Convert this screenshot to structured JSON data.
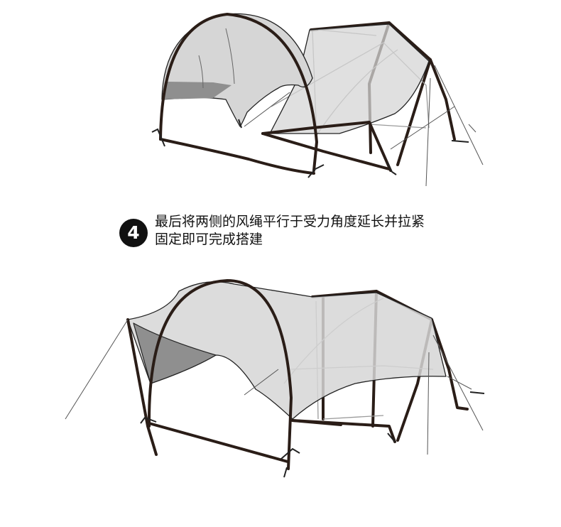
{
  "step": {
    "number": "4",
    "line1": "最后将两侧的风绳平行于受力角度延长并拉紧",
    "line2": "固定即可完成搭建"
  },
  "colors": {
    "frame": "#2a1d17",
    "fabric": "#d6d6d6",
    "fabric_shadow": "#8f8f8f",
    "inner_line": "#9a9a9a",
    "guy_line": "#555555",
    "badge": "#111111"
  },
  "illustrations": [
    {
      "depicts": "tarp-draped-over-arch",
      "icon": "tent-tarp-step3"
    },
    {
      "depicts": "tarp-extended-with-guy-lines",
      "icon": "tent-tarp-step4"
    }
  ]
}
